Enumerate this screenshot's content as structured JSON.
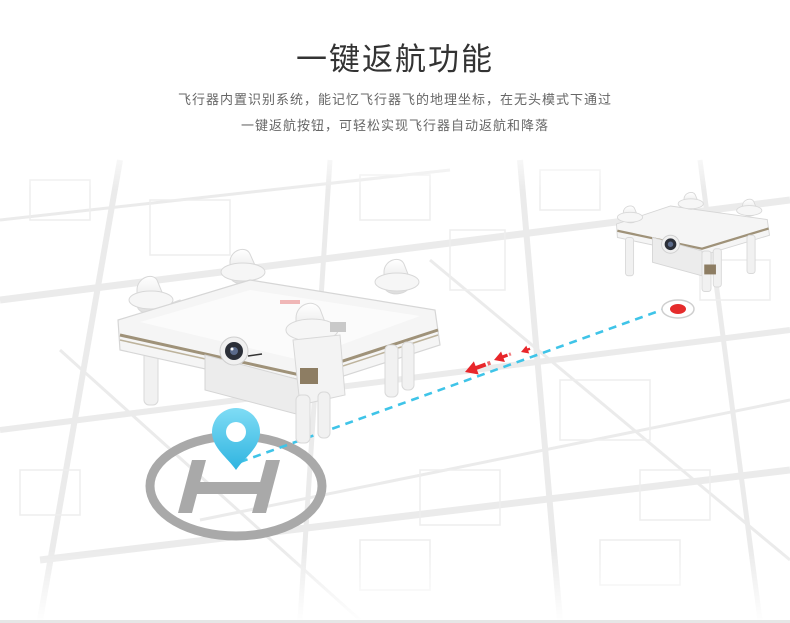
{
  "header": {
    "title": "一键返航功能",
    "description_line1": "飞行器内置识别系统，能记忆飞行器飞的地理坐标，在无头模式下通过",
    "description_line2": "一键返航按钮，可轻松实现飞行器自动返航和降落"
  },
  "illustration": {
    "landing_pad_letter": "H",
    "icons": [
      "city-map-background",
      "drone-near",
      "drone-far",
      "location-pin-icon",
      "takeoff-point-icon",
      "return-arrow-icon"
    ],
    "colors": {
      "path_line": "#3fc4e8",
      "arrows": "#e8262a",
      "pin": "#45c3eb",
      "takeoff_dot": "#e52c2c",
      "pad": "#a9a9a9",
      "drone_body": "#f4f4f4",
      "map_lines": "#e9e9e9"
    }
  }
}
